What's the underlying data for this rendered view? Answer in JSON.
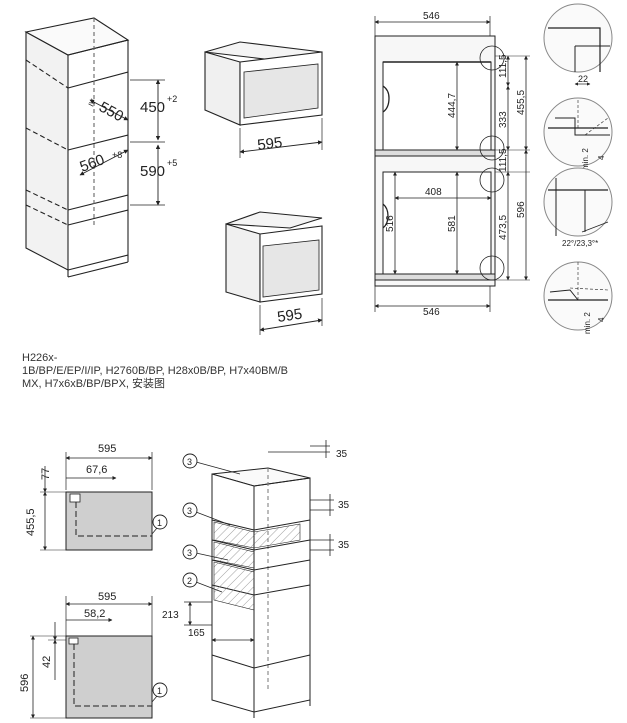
{
  "niche_installation": {
    "dim_depth": "550",
    "dim_depth_prefix": "≥",
    "dim_upper_height": "450",
    "dim_upper_tolerance": "+2",
    "dim_lower_width": "560",
    "dim_lower_width_tolerance": "+8",
    "dim_lower_height": "590",
    "dim_lower_height_tolerance": "+5"
  },
  "appliance_upper": {
    "width": "595"
  },
  "appliance_lower": {
    "width": "595"
  },
  "section_view": {
    "top_width": "546",
    "bottom_width": "546",
    "upper_inner_height": "444,7",
    "upper_height_right": "455,5",
    "upper_333": "333",
    "upper_111_5": "111,5",
    "lower_111_5": "111,5",
    "lower_596": "596",
    "lower_473_5": "473,5",
    "lower_516": "516",
    "lower_581": "581",
    "lower_408": "408"
  },
  "details": {
    "d1_value": "22",
    "d2_min": "min. 2",
    "d2_value": "4",
    "d3_angle": "22°/23,3°*",
    "d4_min": "min. 2",
    "d4_value": "4"
  },
  "caption": {
    "line1": "H226x-",
    "line2": "1B/BP/E/EP/I/IP, H2760B/BP, H28x0B/BP, H7x40BM/B",
    "line3": "MX, H7x6xB/BP/BPX, 安装图"
  },
  "front_upper": {
    "width": "595",
    "dim_77": "77",
    "dim_67_6": "67,6",
    "height": "455,5",
    "callout": "1"
  },
  "front_lower": {
    "width": "595",
    "dim_58_2": "58,2",
    "dim_42": "42",
    "height": "596",
    "callout": "1"
  },
  "ventilation": {
    "callout_a": "3",
    "callout_b": "3",
    "callout_c": "3",
    "callout_d": "2",
    "dim_35_a": "35",
    "dim_35_b": "35",
    "dim_35_c": "35",
    "dim_213": "213",
    "dim_165": "165"
  }
}
